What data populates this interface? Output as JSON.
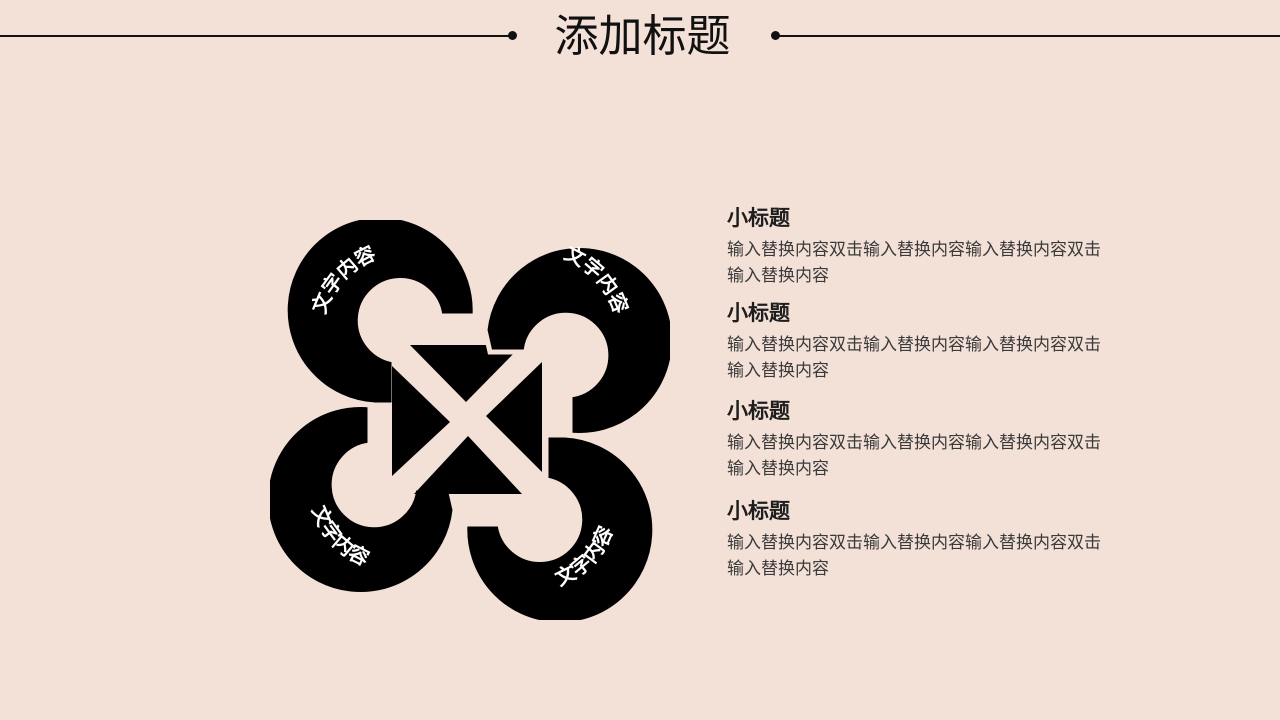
{
  "header": {
    "title": "添加标题"
  },
  "diagram": {
    "petals": [
      {
        "label": "文字内容"
      },
      {
        "label": "文字内容"
      },
      {
        "label": "文字内容"
      },
      {
        "label": "文字内容"
      }
    ],
    "colors": {
      "shape": "#000000",
      "label": "#ffffff",
      "background": "#f3e1d8"
    }
  },
  "items": [
    {
      "subtitle": "小标题",
      "body": "输入替换内容双击输入替换内容输入替换内容双击输入替换内容"
    },
    {
      "subtitle": "小标题",
      "body": "输入替换内容双击输入替换内容输入替换内容双击输入替换内容"
    },
    {
      "subtitle": "小标题",
      "body": "输入替换内容双击输入替换内容输入替换内容双击输入替换内容"
    },
    {
      "subtitle": "小标题",
      "body": "输入替换内容双击输入替换内容输入替换内容双击输入替换内容"
    }
  ]
}
